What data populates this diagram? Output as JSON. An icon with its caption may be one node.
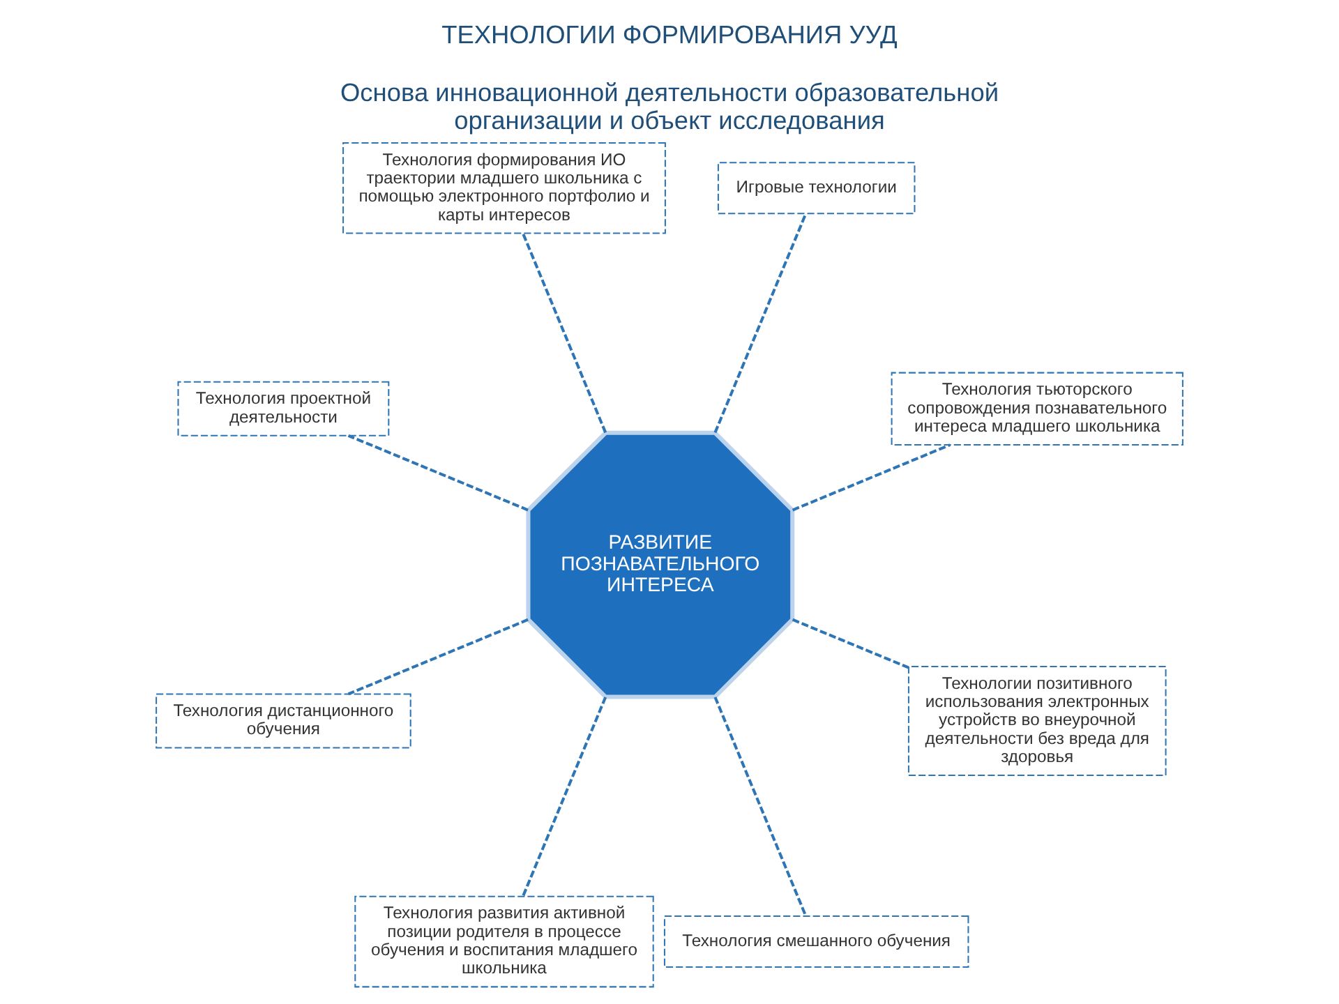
{
  "diagram": {
    "title": "ТЕХНОЛОГИИ ФОРМИРОВАНИЯ УУД",
    "caption": "Основа инновационной деятельности образовательной организации и объект исследования",
    "nodes": [
      {
        "text": [
          "РАЗВИТИЕ ПОЗНАВАТЕЛЬНОГО ИНТЕРЕСА"
        ]
      },
      {
        "text": [
          "Технология тьюторского сопровождения познавательного интереса младшего школьника"
        ]
      },
      {
        "text": [
          "Игровые технологии"
        ]
      },
      {
        "text": [
          "Технология формирования ИО траектории младшего школьника с помощью электронного портфолио и карты интересов"
        ]
      },
      {
        "text": [
          "Технология проектной деятельности"
        ]
      },
      {
        "text": [
          "Технология дистанционного обучения"
        ]
      },
      {
        "text": [
          "Технология развития активной позиции родителя в процессе обучения и воспитания младшего школьника"
        ]
      },
      {
        "text": [
          "Технология смешанного обучения"
        ]
      },
      {
        "text": [
          "Технологии позитивного использования электронных устройств во внеурочной деятельности без вреда для здоровья"
        ]
      }
    ],
    "edges": [
      {
        "from": 0,
        "to": 1,
        "arrow": "none",
        "style": "dashed"
      },
      {
        "from": 0,
        "to": 2,
        "arrow": "none",
        "style": "dashed"
      },
      {
        "from": 0,
        "to": 3,
        "arrow": "none",
        "style": "dashed"
      },
      {
        "from": 0,
        "to": 4,
        "arrow": "none",
        "style": "dashed"
      },
      {
        "from": 0,
        "to": 5,
        "arrow": "none",
        "style": "dashed"
      },
      {
        "from": 0,
        "to": 6,
        "arrow": "none",
        "style": "dashed"
      },
      {
        "from": 0,
        "to": 7,
        "arrow": "none",
        "style": "dashed"
      },
      {
        "from": 0,
        "to": 8,
        "arrow": "none",
        "style": "dashed"
      }
    ]
  }
}
